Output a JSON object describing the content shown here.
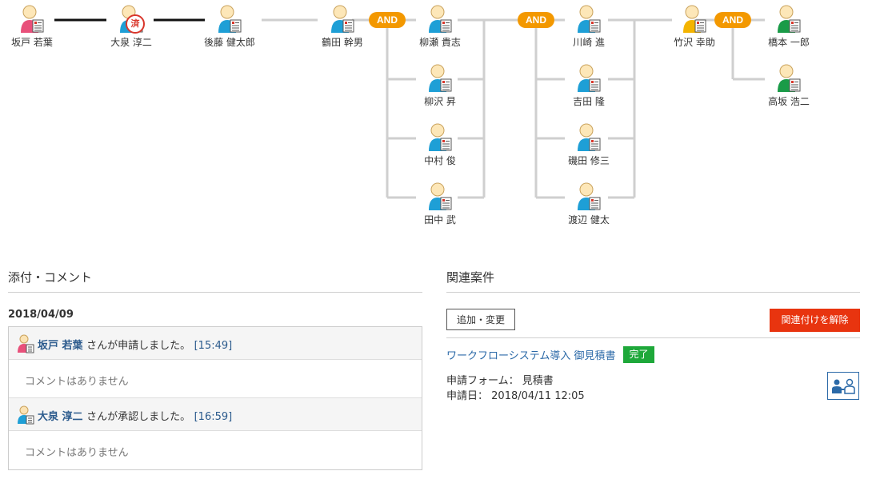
{
  "flow": {
    "and_label": "AND",
    "stamp_label": "済",
    "nodes": [
      {
        "name": "坂戸 若葉",
        "color": "#e8507a",
        "stamped": false
      },
      {
        "name": "大泉 淳二",
        "color": "#1e9fd6",
        "stamped": true
      },
      {
        "name": "後藤 健太郎",
        "color": "#1e9fd6",
        "stamped": false
      },
      {
        "name": "鶴田 幹男",
        "color": "#1e9fd6",
        "stamped": false
      },
      {
        "name": "柳瀬 貴志",
        "color": "#1e9fd6",
        "stamped": false
      },
      {
        "name": "柳沢 昇",
        "color": "#1e9fd6",
        "stamped": false
      },
      {
        "name": "中村 俊",
        "color": "#1e9fd6",
        "stamped": false
      },
      {
        "name": "田中 武",
        "color": "#1e9fd6",
        "stamped": false
      },
      {
        "name": "川崎 進",
        "color": "#1e9fd6",
        "stamped": false
      },
      {
        "name": "吉田 隆",
        "color": "#1e9fd6",
        "stamped": false
      },
      {
        "name": "磯田 修三",
        "color": "#1e9fd6",
        "stamped": false
      },
      {
        "name": "渡辺 健太",
        "color": "#1e9fd6",
        "stamped": false
      },
      {
        "name": "竹沢 幸助",
        "color": "#f4b400",
        "stamped": false
      },
      {
        "name": "橋本 一郎",
        "color": "#1a9b48",
        "stamped": false
      },
      {
        "name": "高坂 浩二",
        "color": "#1a9b48",
        "stamped": false
      }
    ]
  },
  "comments_section": {
    "title": "添付・コメント",
    "date": "2018/04/09",
    "entries": [
      {
        "user": "坂戸 若葉",
        "action": "さんが申請しました。",
        "time": "[15:49]",
        "comment": "コメントはありません",
        "color": "#e8507a"
      },
      {
        "user": "大泉 淳二",
        "action": "さんが承認しました。",
        "time": "[16:59]",
        "comment": "コメントはありません",
        "color": "#1e9fd6"
      }
    ]
  },
  "related": {
    "title": "関連案件",
    "add_button": "追加・変更",
    "unlink_button": "関連付けを解除",
    "item_title": "ワークフローシステム導入 御見積書",
    "status": "完了",
    "form_label": "申請フォーム：",
    "form_value": "見積書",
    "date_label": "申請日：",
    "date_value": "2018/04/11 12:05"
  }
}
